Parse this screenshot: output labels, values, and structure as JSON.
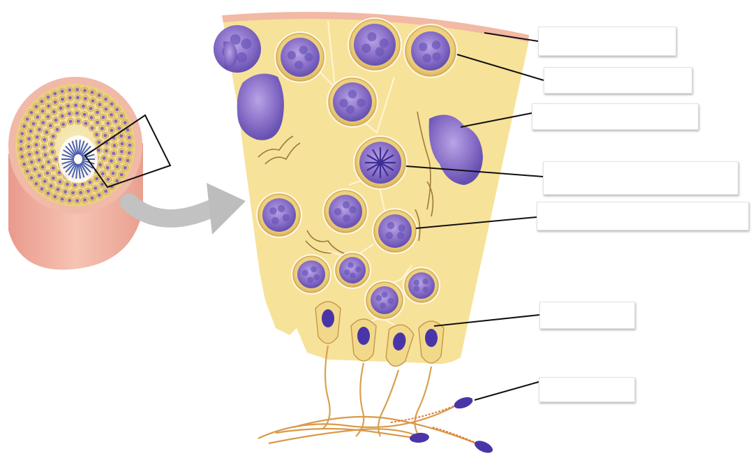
{
  "colors": {
    "tubule_interior": "#f6e39a",
    "tubule_wall": "#f3c9b5",
    "cell_cytoplasm": "#f3dc8e",
    "cell_border": "#e0bc62",
    "nucleus": "#8a70c8",
    "nucleus_dark": "#5a44a8",
    "sperm_head": "#4a35a8",
    "arrow": "#bdbdbd",
    "leader_line": "#111111"
  },
  "labels": [
    {
      "id": "basement-membrane",
      "text": ""
    },
    {
      "id": "spermatogonium",
      "text": ""
    },
    {
      "id": "sertoli-cell",
      "text": ""
    },
    {
      "id": "primary-spermatocyte",
      "text": ""
    },
    {
      "id": "secondary-spermatocyte",
      "text": ""
    },
    {
      "id": "spermatid",
      "text": ""
    },
    {
      "id": "sperm",
      "text": ""
    }
  ]
}
